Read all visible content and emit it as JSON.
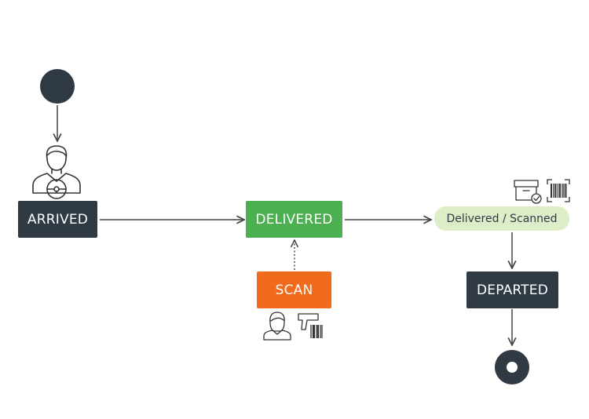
{
  "diagram": {
    "nodes": {
      "arrived": "ARRIVED",
      "delivered": "DELIVERED",
      "scan": "SCAN",
      "delivered_scanned": "Delivered / Scanned",
      "departed": "DEPARTED"
    },
    "icons": {
      "driver": "driver-icon",
      "clerk": "clerk-icon",
      "barcode_scanner": "barcode-scanner-icon",
      "package": "package-check-icon",
      "barcode": "barcode-icon"
    },
    "colors": {
      "dark": "#2f3a45",
      "green": "#4caf50",
      "orange": "#f26b1d",
      "light_green": "#dcedc8",
      "line": "#444444"
    }
  }
}
